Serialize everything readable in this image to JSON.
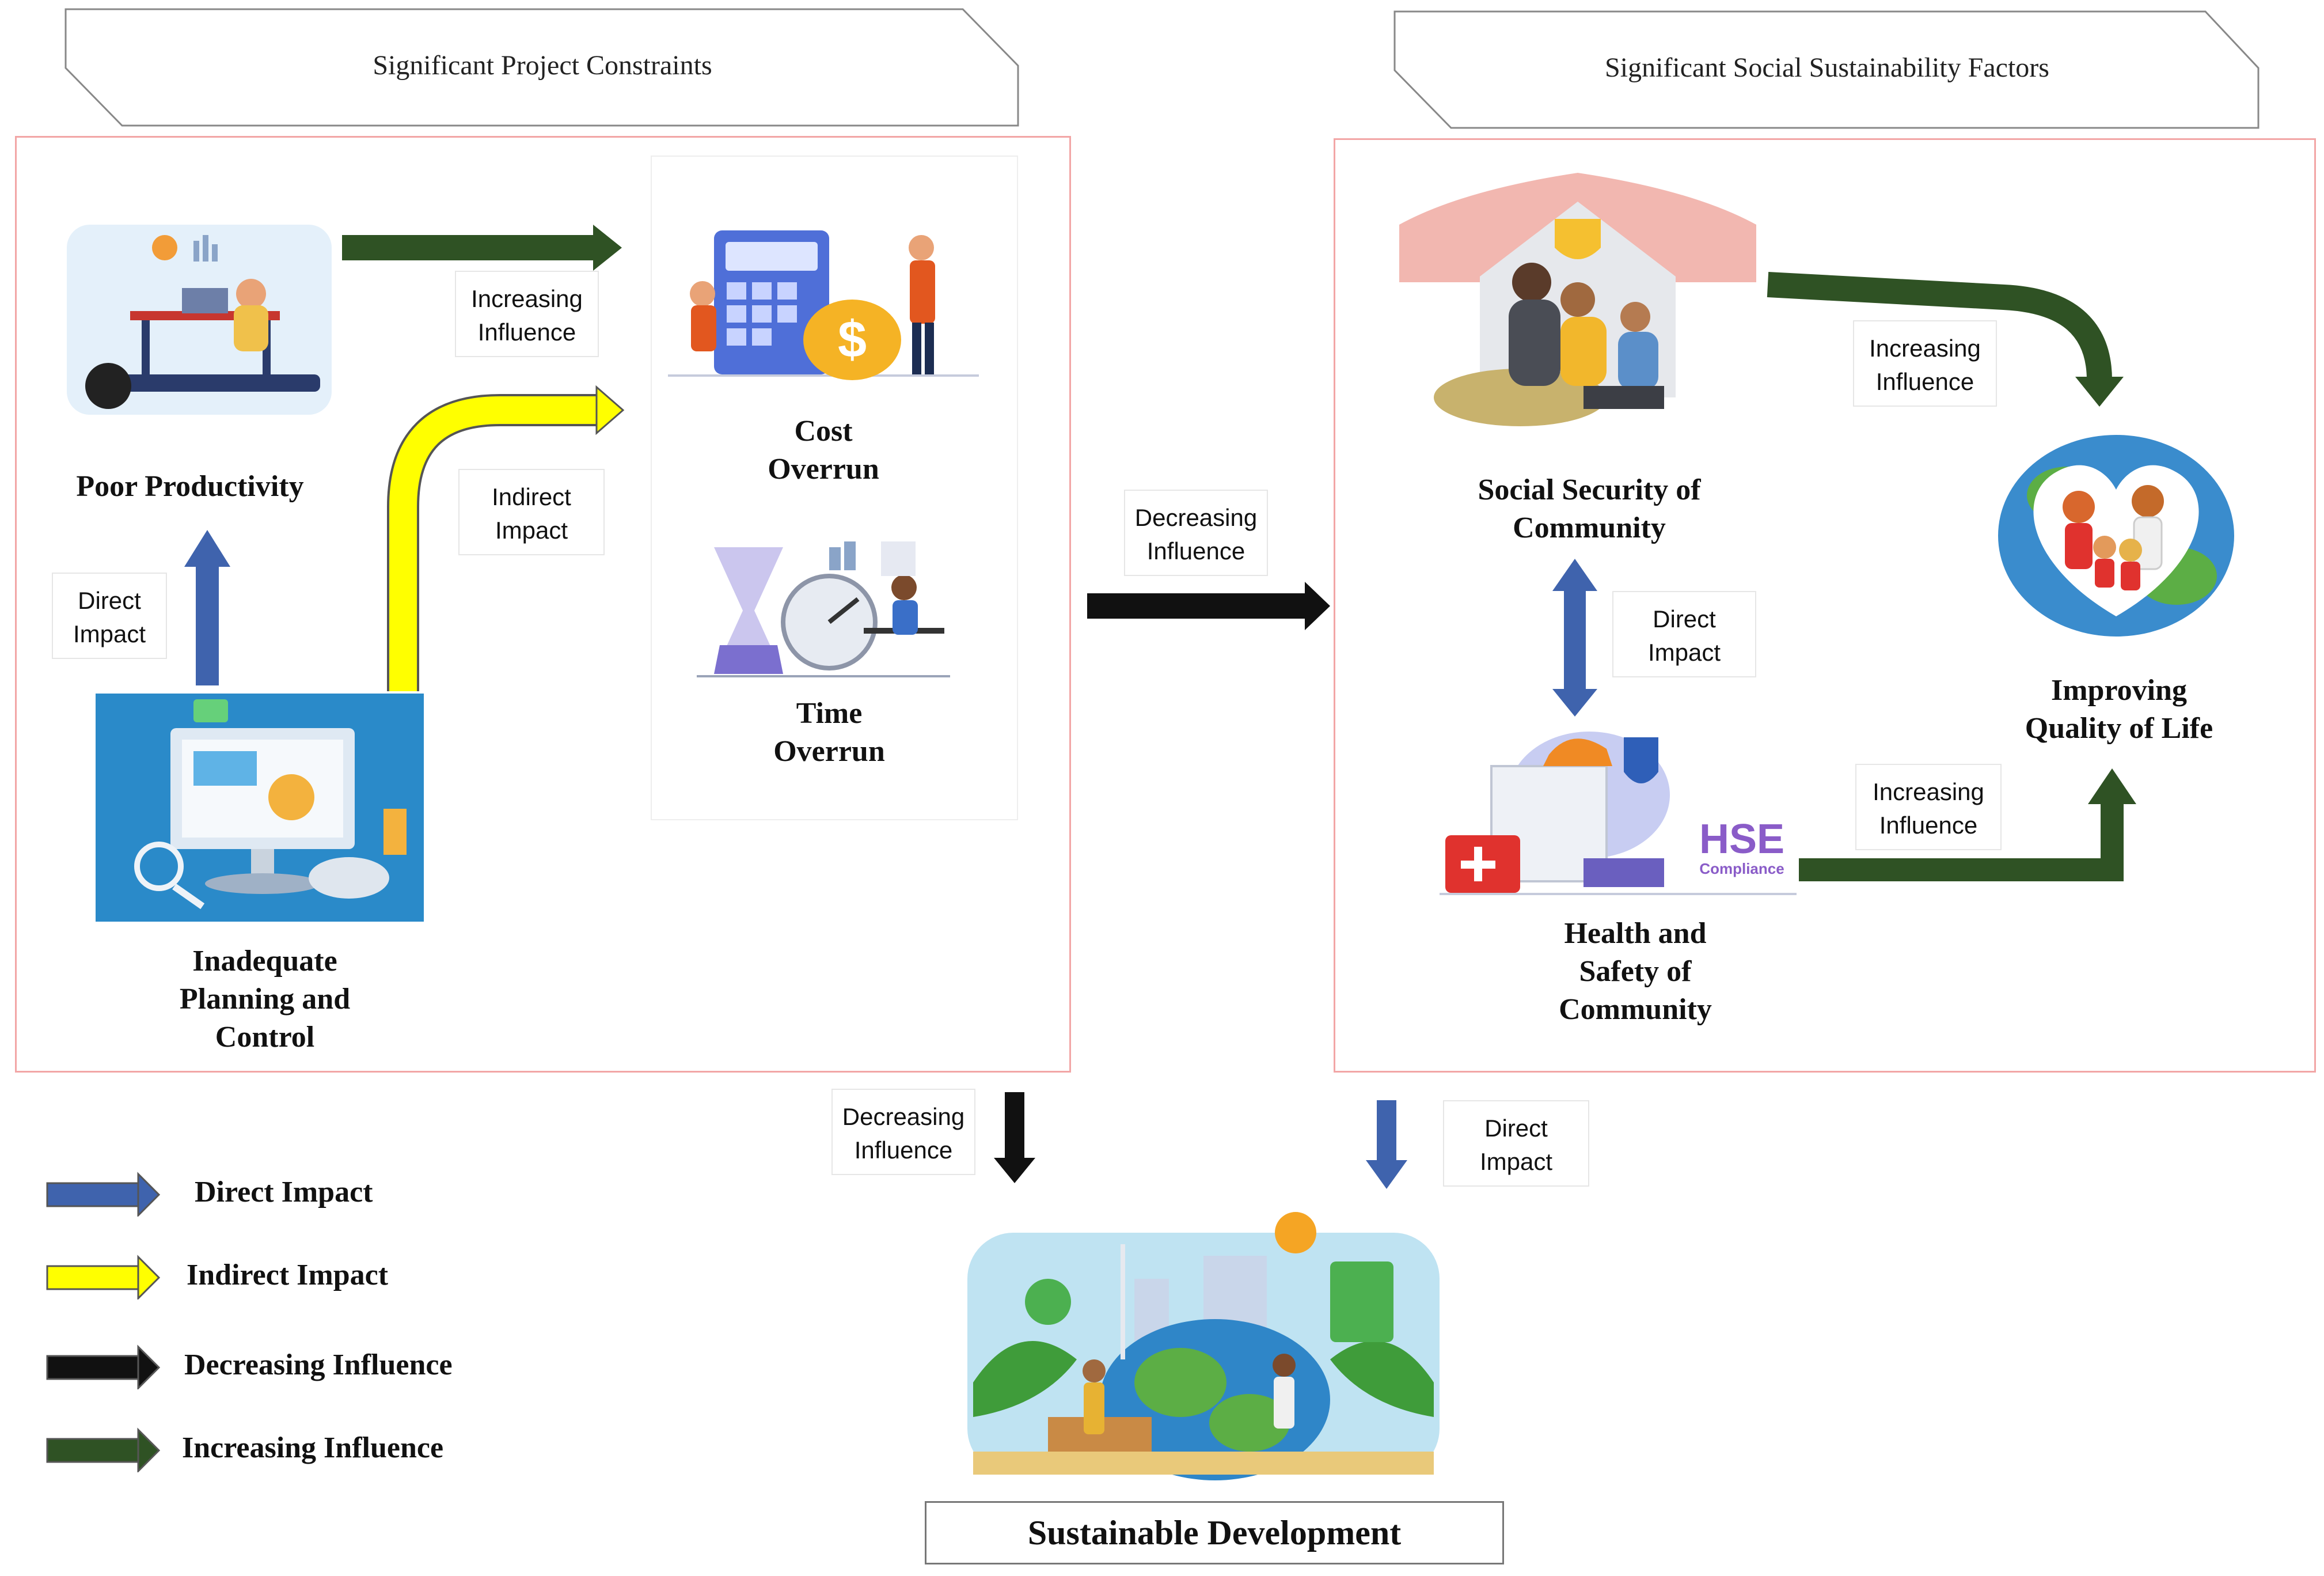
{
  "headers": {
    "left": "Significant Project Constraints",
    "right": "Significant Social Sustainability Factors"
  },
  "nodes": {
    "poor_productivity": "Poor Productivity",
    "inadequate_planning": [
      "Inadequate",
      "Planning and",
      "Control"
    ],
    "cost_overrun": [
      "Cost",
      "Overrun"
    ],
    "time_overrun": [
      "Time",
      "Overrun"
    ],
    "social_security": [
      "Social Security of",
      "Community"
    ],
    "health_safety": [
      "Health and",
      "Safety of",
      "Community"
    ],
    "quality_of_life": [
      "Improving",
      "Quality of Life"
    ],
    "sustainable_development": "Sustainable Development",
    "hse_logo": "HSE",
    "hse_logo_sub": "Compliance"
  },
  "tags": {
    "left_increasing": [
      "Increasing",
      "Influence"
    ],
    "left_indirect": [
      "Indirect",
      "Impact"
    ],
    "left_direct": [
      "Direct",
      "Impact"
    ],
    "center_decreasing": [
      "Decreasing",
      "Influence"
    ],
    "right_increasing_top": [
      "Increasing",
      "Influence"
    ],
    "right_direct": [
      "Direct",
      "Impact"
    ],
    "right_increasing_bottom": [
      "Increasing",
      "Influence"
    ],
    "bottom_decreasing": [
      "Decreasing",
      "Influence"
    ],
    "bottom_direct": [
      "Direct",
      "Impact"
    ]
  },
  "legend": [
    {
      "label": "Direct Impact",
      "color": "#3f63ad"
    },
    {
      "label": "Indirect Impact",
      "color": "#ffff00"
    },
    {
      "label": "Decreasing Influence",
      "color": "#111111"
    },
    {
      "label": "Increasing Influence",
      "color": "#2f5224"
    }
  ],
  "colors": {
    "direct": "#3f63ad",
    "indirect": "#ffff00",
    "decreasing": "#111111",
    "increasing": "#2f5224",
    "pane_border": "#f2a6a6"
  },
  "icons": {
    "poor_productivity": "tired-worker-desk-illustration",
    "inadequate_planning": "planning-dashboard-illustration",
    "cost_overrun": "calculator-money-illustration",
    "time_overrun": "hourglass-clock-illustration",
    "social_security": "family-protection-hands-illustration",
    "health_safety": "hse-compliance-illustration",
    "quality_of_life": "family-globe-heart-illustration",
    "sustainable_development": "green-earth-community-illustration"
  }
}
